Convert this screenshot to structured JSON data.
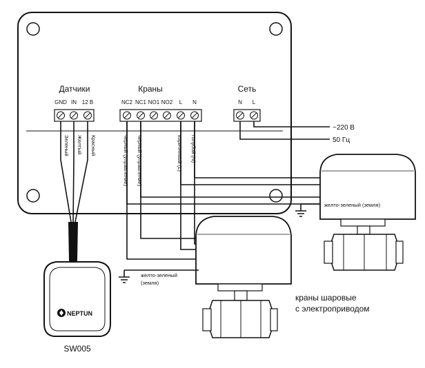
{
  "sections": {
    "sensors": "Датчики",
    "valves": "Краны",
    "mains": "Сеть"
  },
  "terminals": {
    "sensors": [
      "GND",
      "IN",
      "12 В"
    ],
    "valves": [
      "NC2",
      "NC1",
      "NO1",
      "NO2",
      "L",
      "N"
    ],
    "mains": [
      "N",
      "L"
    ]
  },
  "sensor_wires": [
    "Зеленый",
    "Желтый",
    "Красный"
  ],
  "valve_wires": {
    "nc2": "черный (управление)",
    "nc1": "черный (управление)",
    "l": "коричневый (L)",
    "n": "голубой (N)"
  },
  "mains_labels": {
    "voltage": "~220 В",
    "frequency": "50 Гц"
  },
  "ground_label": {
    "line1": "желто-зеленый",
    "line2": "(земля)",
    "full": "желто-зеленый (земля)"
  },
  "valves_caption": {
    "line1": "краны шаровые",
    "line2": "с электроприводом"
  },
  "sensor": {
    "brand": "NEPTUN",
    "model": "SW005"
  }
}
